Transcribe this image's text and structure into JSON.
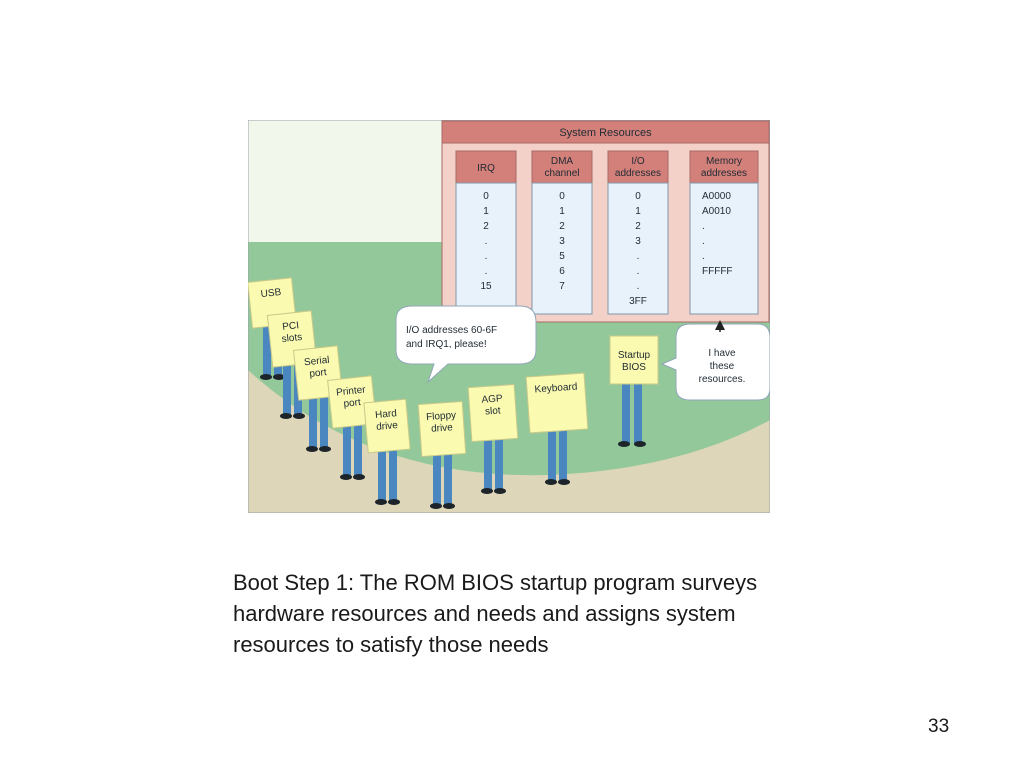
{
  "figure": {
    "system_resources": {
      "title": "System Resources",
      "columns": [
        {
          "header": [
            "IRQ"
          ],
          "values": [
            "0",
            "1",
            "2",
            ".",
            ".",
            ".",
            "15"
          ]
        },
        {
          "header": [
            "DMA",
            "channel"
          ],
          "values": [
            "0",
            "1",
            "2",
            "3",
            "5",
            "6",
            "7"
          ]
        },
        {
          "header": [
            "I/O",
            "addresses"
          ],
          "values": [
            "0",
            "1",
            "2",
            "3",
            ".",
            ".",
            ".",
            "3FF"
          ]
        },
        {
          "header": [
            "Memory",
            "addresses"
          ],
          "values": [
            "A0000",
            "A0010",
            ".",
            ".",
            ".",
            "FFFFF"
          ]
        }
      ]
    },
    "request_bubble": [
      "I/O addresses 60-6F",
      "and IRQ1, please!"
    ],
    "bios_bubble": [
      "I have",
      "these",
      "resources."
    ],
    "startup_bios_sign": [
      "Startup",
      "BIOS"
    ],
    "devices": [
      {
        "label": [
          "USB"
        ]
      },
      {
        "label": [
          "PCI",
          "slots"
        ]
      },
      {
        "label": [
          "Serial",
          "port"
        ]
      },
      {
        "label": [
          "Printer",
          "port"
        ]
      },
      {
        "label": [
          "Hard",
          "drive"
        ]
      },
      {
        "label": [
          "Floppy",
          "drive"
        ]
      },
      {
        "label": [
          "AGP",
          "slot"
        ]
      },
      {
        "label": [
          "Keyboard"
        ]
      }
    ],
    "colors": {
      "panel_header": "#d4807a",
      "panel_body": "#f3d0c8",
      "column_body": "#e8f2fa",
      "sky": "#f2f7ec",
      "grass": "#93c99a",
      "path": "#ddd6b8",
      "sign": "#fafab0",
      "jeans": "#4a86c0"
    }
  },
  "caption": {
    "lines": [
      "Boot Step 1: The ROM BIOS startup program surveys",
      "hardware resources and needs and assigns system",
      "resources to satisfy those needs"
    ]
  },
  "page_number": "33"
}
